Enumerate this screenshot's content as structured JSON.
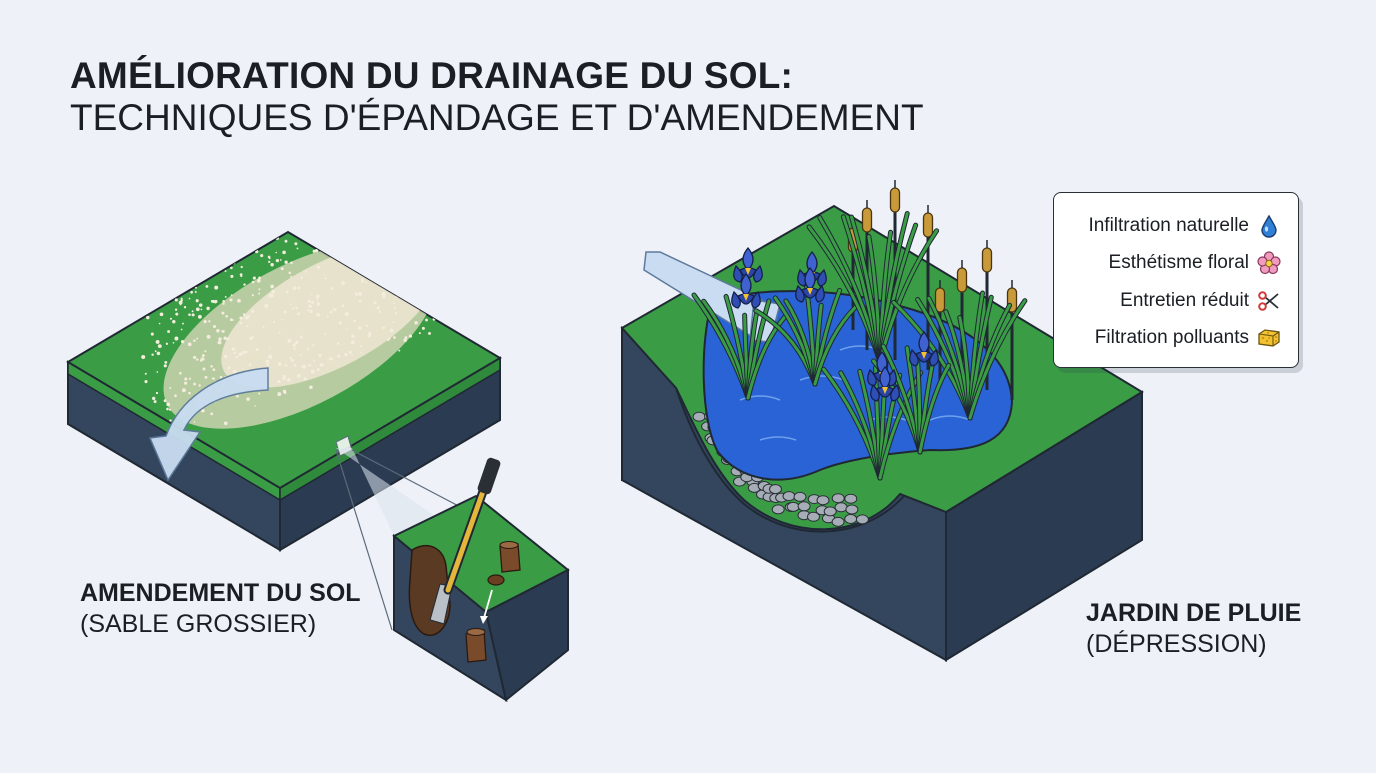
{
  "title": {
    "line1": "AMÉLIORATION DU DRAINAGE DU SOL:",
    "line2": "TECHNIQUES D'ÉPANDAGE ET D'AMENDEMENT"
  },
  "left_panel": {
    "label_line1": "AMENDEMENT DU SOL",
    "label_line2": "(SABLE GROSSIER)"
  },
  "right_panel": {
    "label_line1": "JARDIN DE PLUIE",
    "label_line2": "(DÉPRESSION)"
  },
  "legend": {
    "items": [
      {
        "label": "Infiltration naturelle",
        "icon": "water-drop-icon",
        "color": "#2f7fd6"
      },
      {
        "label": "Esthétisme floral",
        "icon": "flower-icon",
        "color": "#f29bc0"
      },
      {
        "label": "Entretien réduit",
        "icon": "scissors-icon",
        "color": "#d23a3a"
      },
      {
        "label": "Filtration polluants",
        "icon": "sponge-icon",
        "color": "#f2c230"
      }
    ]
  },
  "colors": {
    "grass": "#3a9d46",
    "soil": "#33465e",
    "water": "#2a63d6",
    "sand": "#e8dcc4",
    "iris": "#2f4fb5",
    "cattail": "#c89a3a",
    "background": "#eef1f7"
  }
}
